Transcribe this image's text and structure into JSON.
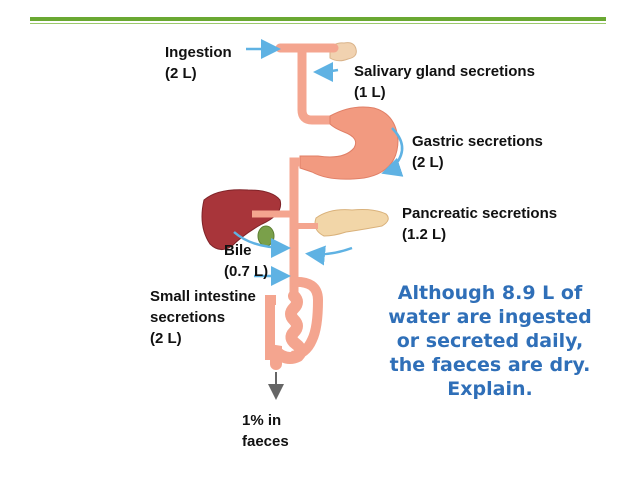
{
  "labels": {
    "ingestion": {
      "name": "Ingestion",
      "amount": "(2 L)"
    },
    "salivary": {
      "name": "Salivary gland secretions",
      "amount": "(1 L)"
    },
    "gastric": {
      "name": "Gastric secretions",
      "amount": "(2 L)"
    },
    "pancreatic": {
      "name": "Pancreatic secretions",
      "amount": "(1.2 L)"
    },
    "bile": {
      "name": "Bile",
      "amount": "(0.7 L)"
    },
    "small_intestine": {
      "line1": "Small intestine",
      "line2": "secretions",
      "amount": "(2 L)"
    },
    "faeces": {
      "line1": "1% in",
      "line2": "faeces"
    }
  },
  "question": {
    "lines": [
      "Although 8.9 L of",
      "water are ingested",
      "or secreted daily,",
      "the faeces are dry.",
      "Explain."
    ]
  },
  "colors": {
    "accent_bar": "#6aa832",
    "gut_tube": "#f4a58f",
    "stomach": "#f29a80",
    "liver": "#a8353a",
    "pancreas": "#f2d6a8",
    "arrow": "#5fb2e3",
    "question_text": "#2f6fb8"
  }
}
